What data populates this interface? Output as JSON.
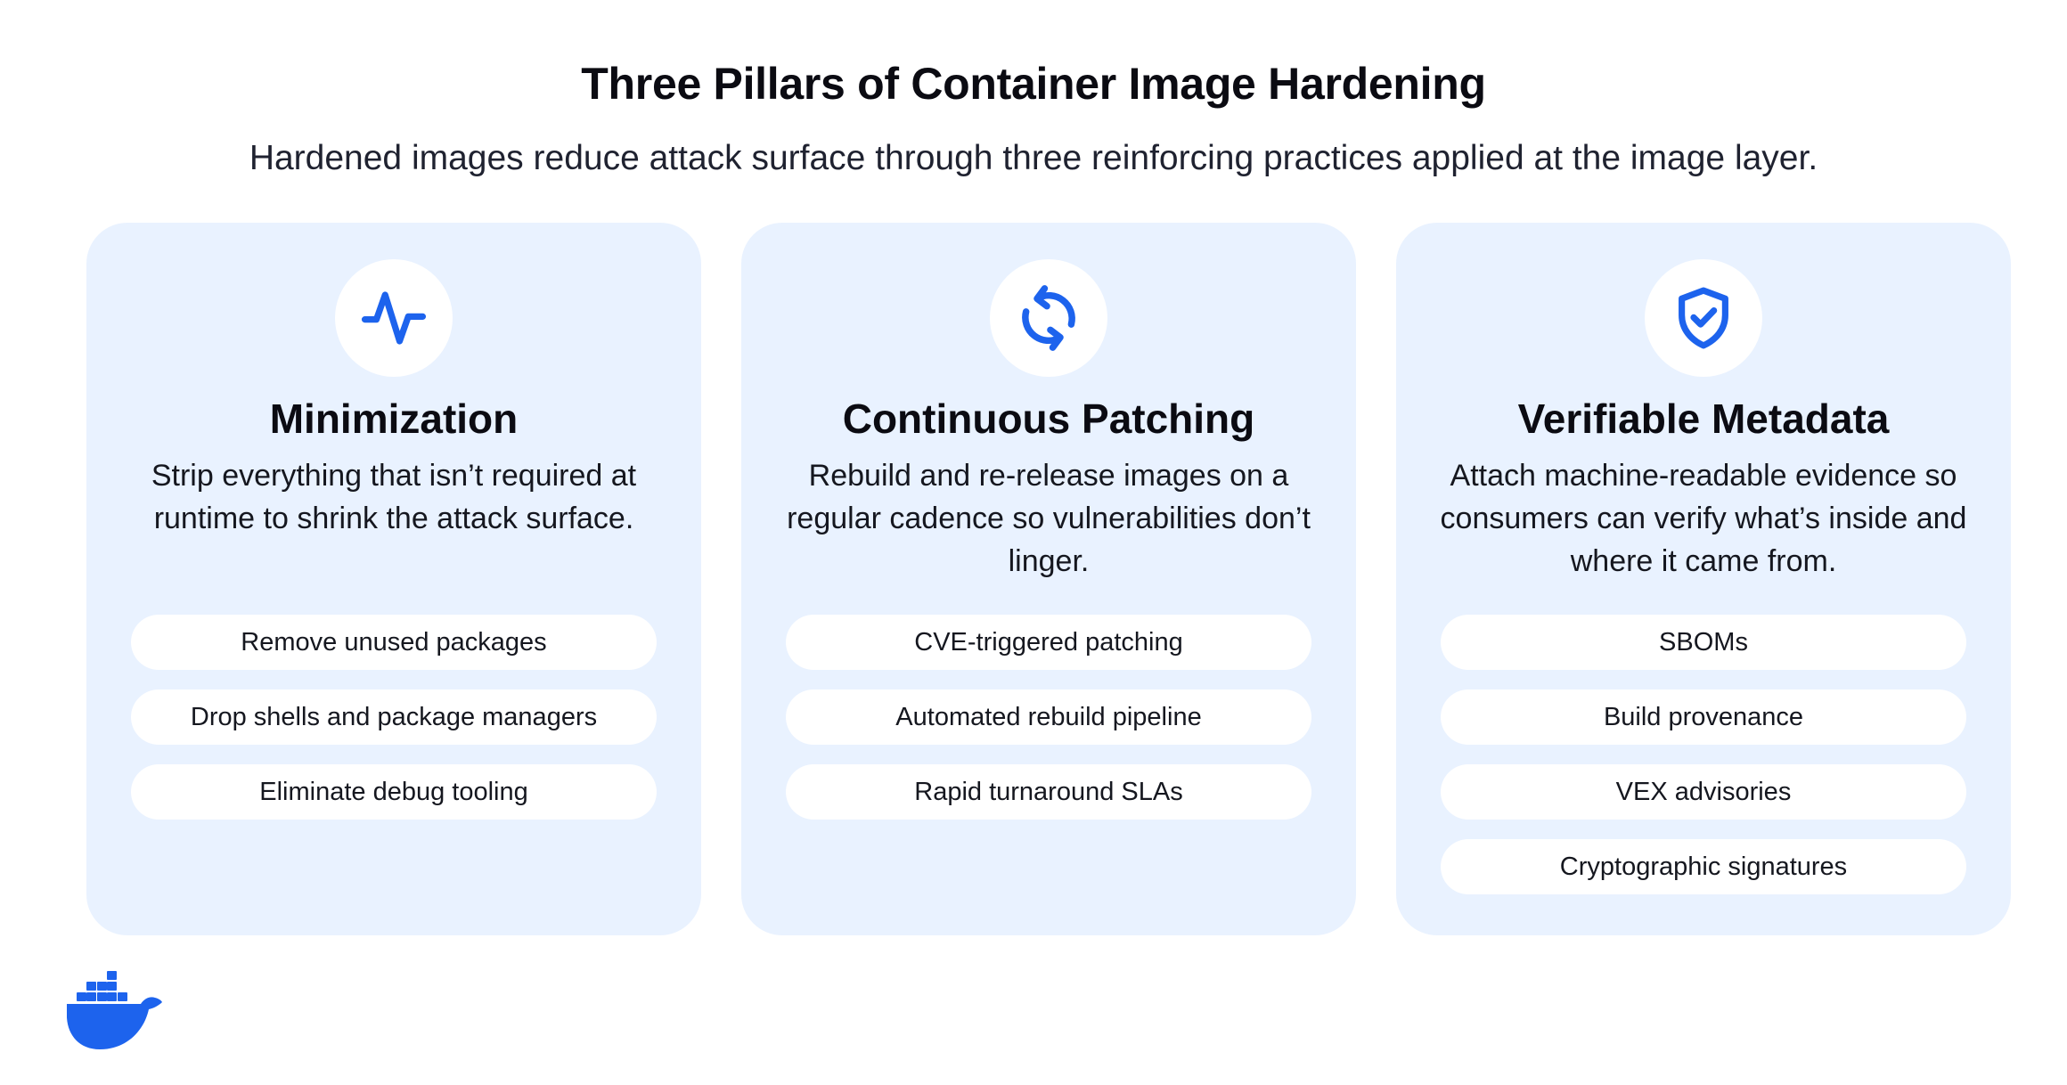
{
  "header": {
    "title": "Three Pillars of Container Image Hardening",
    "subtitle": "Hardened images reduce attack surface through three reinforcing practices applied at the image layer."
  },
  "colors": {
    "accent": "#1d63ed",
    "card_bg": "#e9f2ff",
    "chip_bg": "#ffffff",
    "text": "#0b0b12"
  },
  "pillars": [
    {
      "icon": "activity-pulse-icon",
      "title": "Minimization",
      "description": "Strip everything that isn’t required at runtime to shrink the attack surface.",
      "items": [
        "Remove unused packages",
        "Drop shells and package managers",
        "Eliminate debug tooling"
      ]
    },
    {
      "icon": "refresh-cycle-icon",
      "title": "Continuous Patching",
      "description": "Rebuild and re-release images on a regular cadence so vulnerabilities don’t linger.",
      "items": [
        "CVE-triggered patching",
        "Automated rebuild pipeline",
        "Rapid turnaround SLAs"
      ]
    },
    {
      "icon": "shield-check-icon",
      "title": "Verifiable Metadata",
      "description": "Attach machine-readable evidence so consumers can verify what’s inside and where it came from.",
      "items": [
        "SBOMs",
        "Build provenance",
        "VEX advisories",
        "Cryptographic signatures"
      ]
    }
  ],
  "footer": {
    "logo_icon": "docker-whale-logo-icon"
  }
}
